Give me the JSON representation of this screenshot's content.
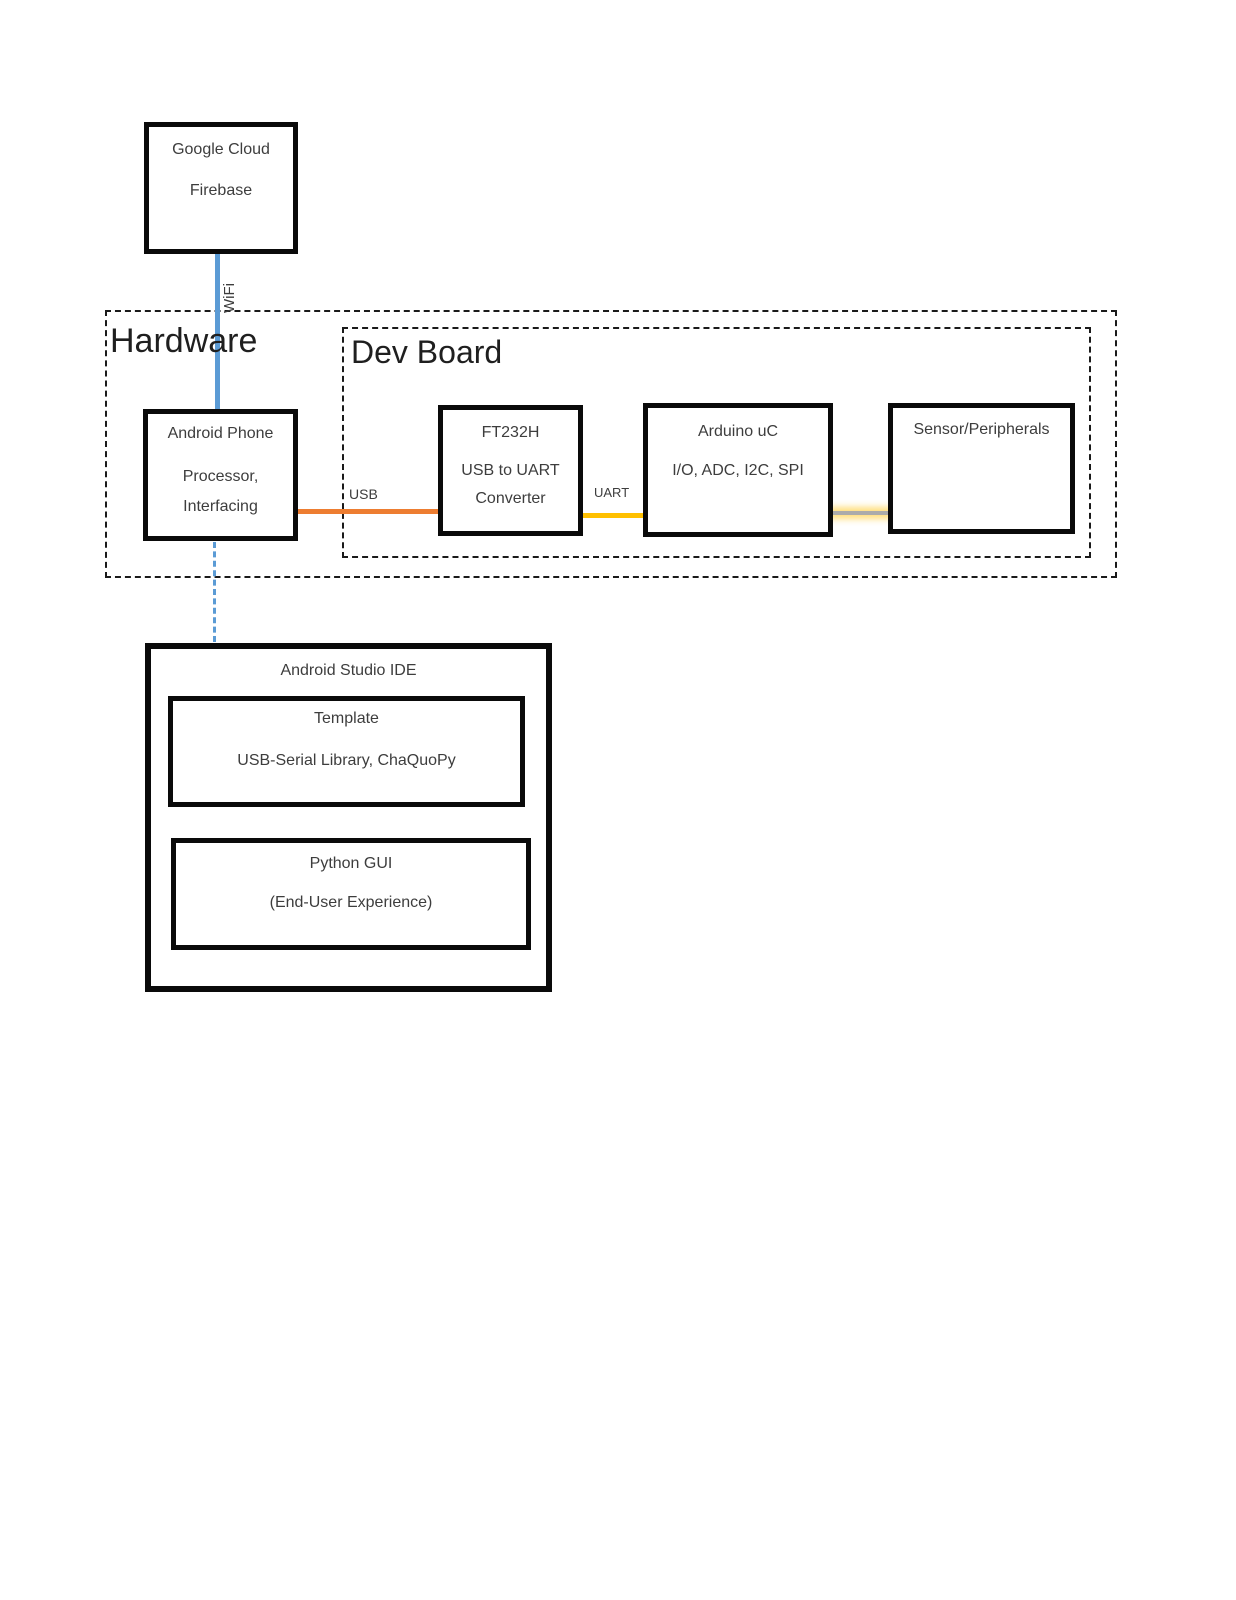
{
  "boxes": {
    "cloud": {
      "title": "Google Cloud",
      "subtitle": "Firebase"
    },
    "android_phone": {
      "title": "Android Phone",
      "line2": "Processor,",
      "line3": "Interfacing"
    },
    "ft232h": {
      "title": "FT232H",
      "line2": "USB to UART",
      "line3": "Converter"
    },
    "arduino": {
      "title": "Arduino uC",
      "line2": "I/O, ADC, I2C, SPI"
    },
    "sensor": {
      "title": "Sensor/Peripherals"
    },
    "ide": {
      "title": "Android Studio IDE",
      "template": {
        "title": "Template",
        "line2": "USB-Serial Library, ChaQuoPy"
      },
      "python_gui": {
        "title": "Python GUI",
        "line2": "(End-User Experience)"
      }
    }
  },
  "groups": {
    "hardware": {
      "label": "Hardware"
    },
    "dev_board": {
      "label": "Dev Board"
    }
  },
  "connections": {
    "wifi": {
      "label": "WiFi",
      "color": "#5B9BD5",
      "style": "solid"
    },
    "phone_to_ide": {
      "color": "#5B9BD5",
      "style": "dashed"
    },
    "usb": {
      "label": "USB",
      "color": "#ED7D31"
    },
    "uart": {
      "label": "UART",
      "color": "#FFC000"
    },
    "arduino_to_sensor": {
      "color": "#ABABAB",
      "glow_color": "#FFD864"
    }
  }
}
